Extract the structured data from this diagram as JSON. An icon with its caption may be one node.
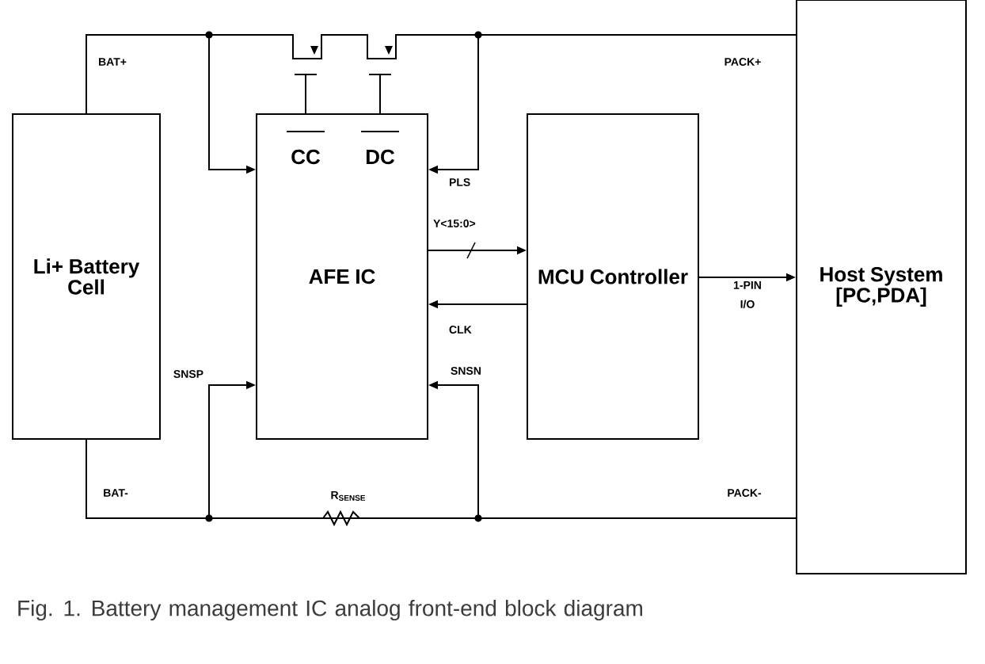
{
  "diagram": {
    "caption": "Fig. 1. Battery management IC analog front-end block diagram",
    "nodes": [
      {
        "text": [
          "Li+ Battery Cell"
        ]
      },
      {
        "text": [
          "CC",
          "DC",
          "AFE IC"
        ]
      },
      {
        "text": [
          "MCU Controller"
        ]
      },
      {
        "text": [
          "Host System [PC,PDA]"
        ]
      }
    ],
    "edges": [
      {
        "from": 0,
        "to": 3,
        "arrow": "none"
      },
      {
        "from": 0,
        "to": 1,
        "arrow": "to"
      },
      {
        "from": 3,
        "to": 1,
        "arrow": "to",
        "label": "PLS"
      },
      {
        "from": 1,
        "to": 2,
        "arrow": "to",
        "label": "Y<15:0>"
      },
      {
        "from": 2,
        "to": 1,
        "arrow": "to",
        "label": "CLK"
      },
      {
        "from": 2,
        "to": 3,
        "arrow": "to",
        "label": "1-PIN I/O"
      },
      {
        "from": 0,
        "to": 1,
        "arrow": "to",
        "label": "SNSP"
      },
      {
        "from": 3,
        "to": 1,
        "arrow": "to",
        "label": "SNSN"
      },
      {
        "from": 0,
        "to": 3,
        "arrow": "none"
      }
    ],
    "labels": [
      "BAT+",
      "PACK+",
      "BAT-",
      "R$_{SENSE}$",
      "PACK-"
    ]
  }
}
